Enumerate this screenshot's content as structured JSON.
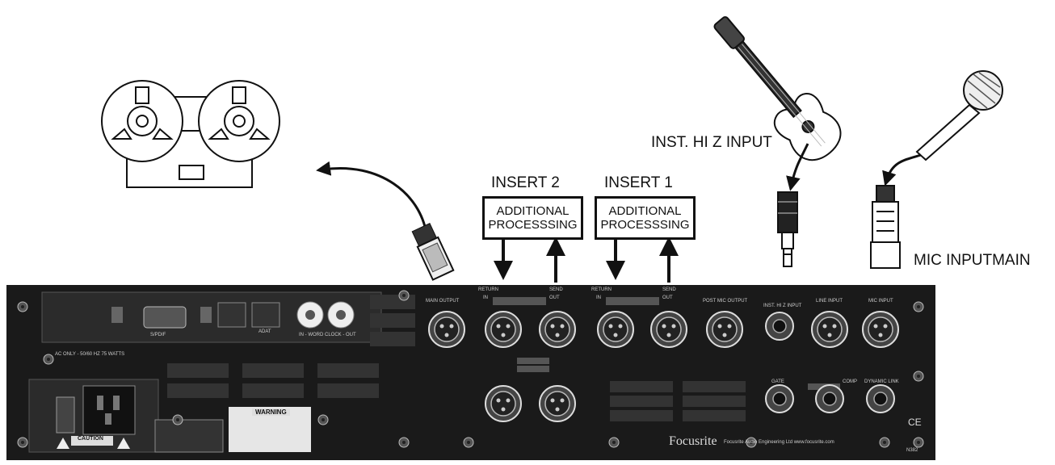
{
  "labels": {
    "inst_input": "INST. HI Z INPUT",
    "mic_input": "MIC INPUTMAIN",
    "insert2_title": "INSERT 2",
    "insert1_title": "INSERT 1",
    "insert2_box_line1": "ADDITIONAL",
    "insert2_box_line2": "PROCESSSING",
    "insert1_box_line1": "ADDITIONAL",
    "insert1_box_line2": "PROCESSSING"
  },
  "panel": {
    "brand": "Focusrite",
    "brand_sub": "Focusrite Audio Engineering Ltd  www.focusrite.com",
    "warning": "WARNING",
    "caution": "CAUTION",
    "ac_rating": "AC ONLY - 50/60 HZ 75 WATTS",
    "main_output": "MAIN OUTPUT",
    "post_mic_output": "POST MIC OUTPUT",
    "inst_hi_z_input": "INST. HI Z INPUT",
    "line_input": "LINE INPUT",
    "mic_input": "MIC INPUT",
    "word_clock": "IN - WORD CLOCK - OUT",
    "return": "RETURN",
    "send": "SEND",
    "in": "IN",
    "out": "OUT",
    "gate": "GATE",
    "comp": "COMP",
    "dynamic_link": "DYNAMIC LINK",
    "spdif": "S/PDIF",
    "adat": "ADAT",
    "model": "N382",
    "ce_mark": "CE"
  }
}
